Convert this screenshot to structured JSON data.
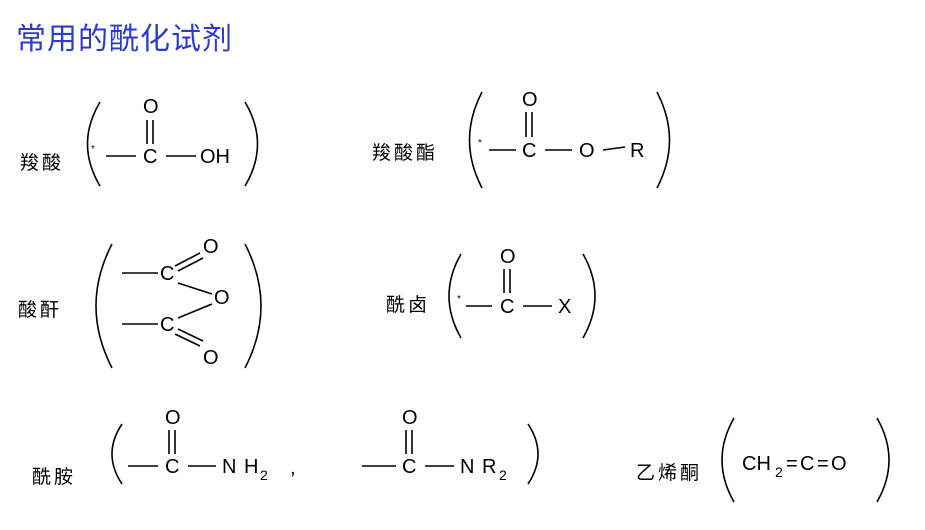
{
  "title": "常用的酰化试剂",
  "title_color": "#2b3bd0",
  "labels": {
    "carboxylic_acid": "羧酸",
    "ester": "羧酸酯",
    "anhydride": "酸酐",
    "acyl_halide": "酰卤",
    "amide": "酰胺",
    "ketene": "乙烯酮"
  },
  "atoms": {
    "carbon": "C",
    "oxygen": "O",
    "hydroxyl": "OH",
    "r_group": "R",
    "halogen": "X",
    "nitrogen": "N",
    "hydrogen": "H",
    "subscript_two": "2",
    "ketene_ch": "CH",
    "equals": "="
  },
  "symbols": {
    "attachment_point": "*",
    "comma": ","
  }
}
